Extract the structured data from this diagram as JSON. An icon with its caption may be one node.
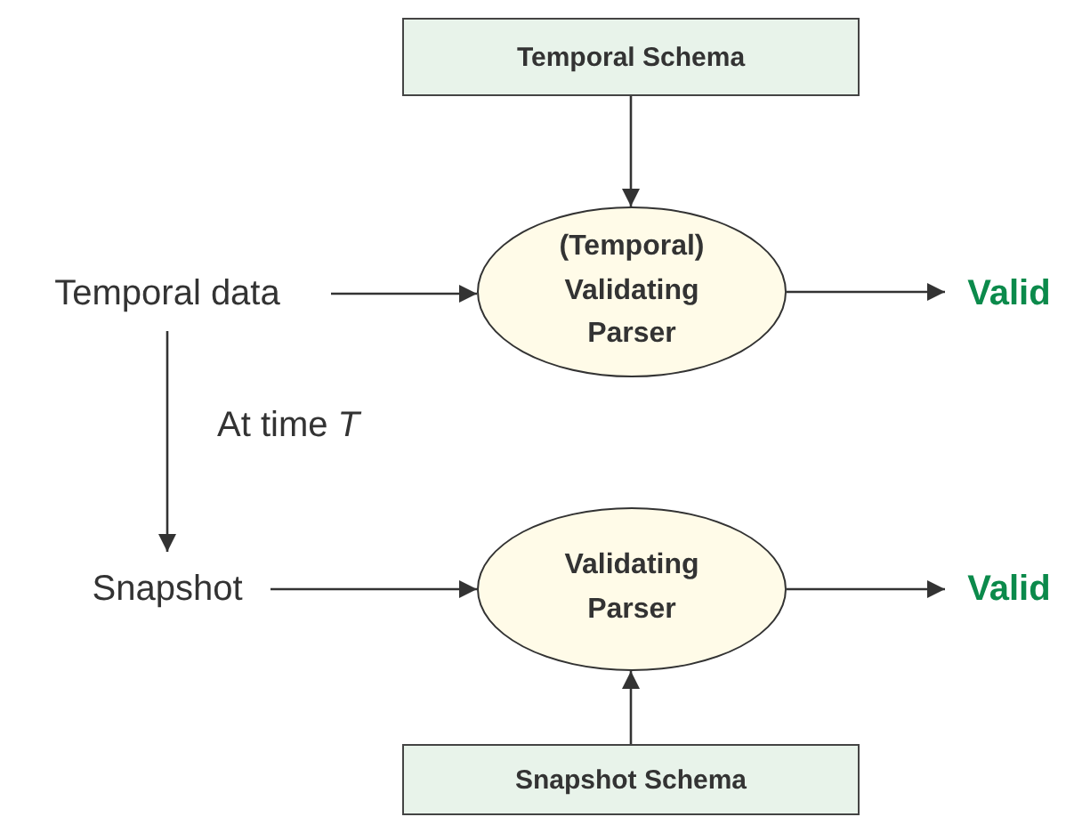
{
  "diagram": {
    "nodes": [
      {
        "text": [
          "Temporal Schema"
        ]
      },
      {
        "text": [
          "Temporal data"
        ]
      },
      {
        "text": [
          "(Temporal) Validating Parser"
        ]
      },
      {
        "text": [
          "Valid"
        ]
      },
      {
        "text": [
          "Snapshot"
        ]
      },
      {
        "text": [
          "Validating Parser"
        ]
      },
      {
        "text": [
          "Valid"
        ]
      },
      {
        "text": [
          "Snapshot Schema"
        ]
      }
    ],
    "edges": [
      {
        "from": 0,
        "to": 2,
        "arrow": "to"
      },
      {
        "from": 1,
        "to": 2,
        "arrow": "to"
      },
      {
        "from": 2,
        "to": 3,
        "arrow": "to"
      },
      {
        "from": 1,
        "to": 4,
        "arrow": "to",
        "label": "At time *T*"
      },
      {
        "from": 4,
        "to": 5,
        "arrow": "to"
      },
      {
        "from": 5,
        "to": 6,
        "arrow": "to"
      },
      {
        "from": 7,
        "to": 5,
        "arrow": "to"
      }
    ]
  }
}
